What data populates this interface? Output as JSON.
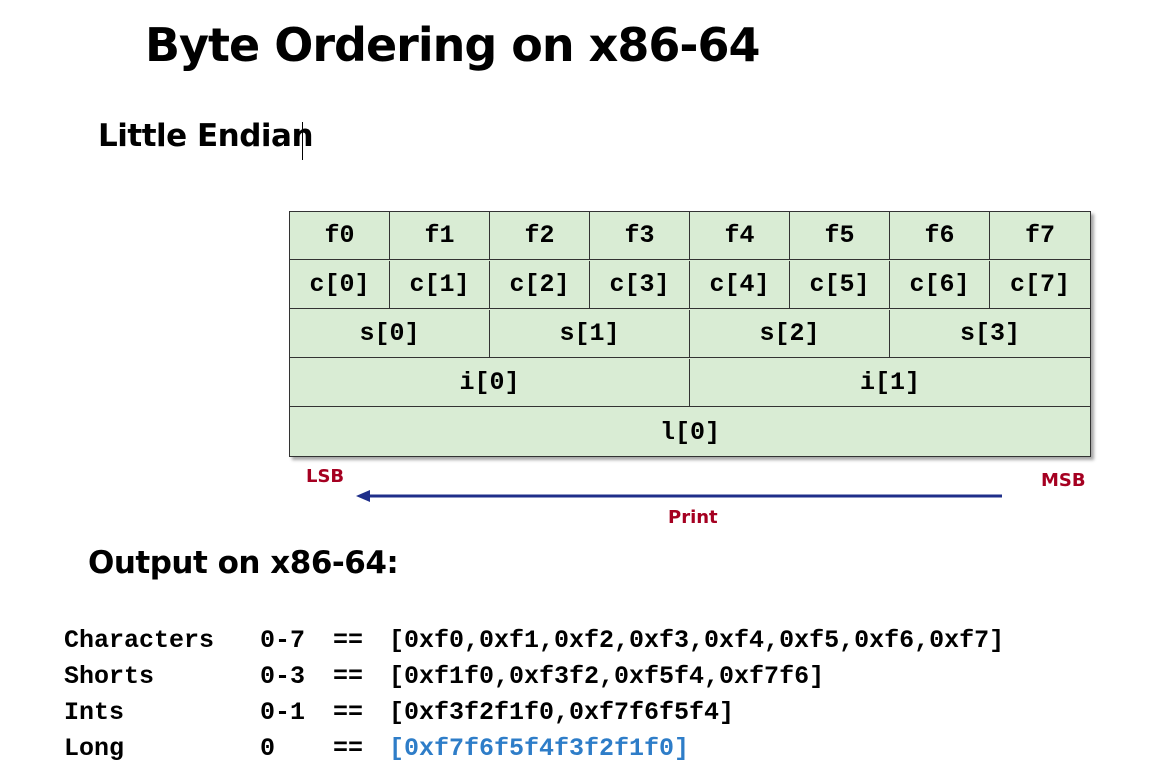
{
  "title": "Byte Ordering on x86-64",
  "subtitle": "Little Endian",
  "grid": {
    "rows": [
      [
        "f0",
        "f1",
        "f2",
        "f3",
        "f4",
        "f5",
        "f6",
        "f7"
      ],
      [
        "c[0]",
        "c[1]",
        "c[2]",
        "c[3]",
        "c[4]",
        "c[5]",
        "c[6]",
        "c[7]"
      ],
      [
        "s[0]",
        "s[1]",
        "s[2]",
        "s[3]"
      ],
      [
        "i[0]",
        "i[1]"
      ],
      [
        "l[0]"
      ]
    ]
  },
  "labels": {
    "lsb": "LSB",
    "msb": "MSB",
    "print": "Print"
  },
  "output_heading": "Output on x86-64:",
  "output_lines": [
    {
      "name": "Characters",
      "range": "0-7",
      "eq": "==",
      "value": "[0xf0,0xf1,0xf2,0xf3,0xf4,0xf5,0xf6,0xf7]"
    },
    {
      "name": "Shorts",
      "range": "0-3",
      "eq": "==",
      "value": "[0xf1f0,0xf3f2,0xf5f4,0xf7f6]"
    },
    {
      "name": "Ints",
      "range": "0-1",
      "eq": "==",
      "value": "[0xf3f2f1f0,0xf7f6f5f4]"
    },
    {
      "name": "Long",
      "range": "0",
      "eq": "==",
      "value": "[0xf7f6f5f4f3f2f1f0]"
    }
  ],
  "colors": {
    "cell_fill": "#d9ecd4",
    "label_red": "#a50021",
    "arrow_blue": "#1f2f8a",
    "highlight_blue": "#2e7dc8"
  }
}
